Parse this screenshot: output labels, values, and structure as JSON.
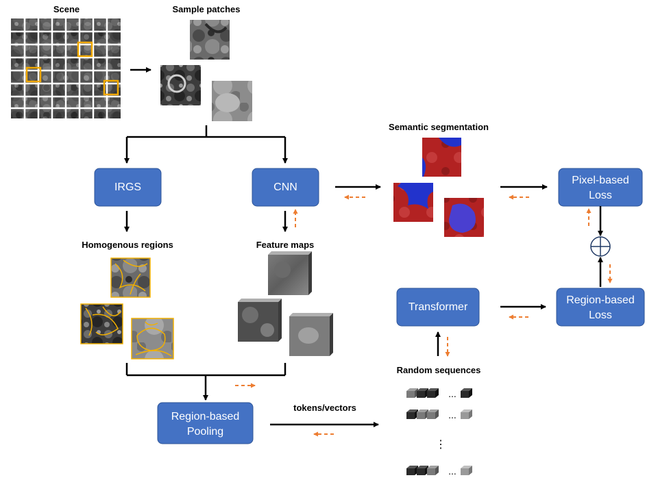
{
  "colors": {
    "box_fill": "#4472C4",
    "box_stroke": "#2F5597",
    "backward_arrow": "#ED7D31",
    "highlight": "#F2A900",
    "region_outline": "#F2B000",
    "seg_red": "#B22222",
    "seg_blue": "#2233CC"
  },
  "labels": {
    "scene": "Scene",
    "sample_patches": "Sample patches",
    "homogenous_regions": "Homogenous regions",
    "feature_maps": "Feature maps",
    "semantic_segmentation": "Semantic segmentation",
    "random_sequences": "Random sequences",
    "tokens_vectors": "tokens/vectors",
    "ellipsis": "...",
    "vertical_ellipsis": "⋮"
  },
  "boxes": {
    "irgs": [
      "IRGS"
    ],
    "cnn": [
      "CNN"
    ],
    "region_pooling": [
      "Region-based",
      "Pooling"
    ],
    "transformer": [
      "Transformer"
    ],
    "pixel_loss": [
      "Pixel-based",
      "Loss"
    ],
    "region_loss": [
      "Region-based",
      "Loss"
    ]
  },
  "icons": {
    "sum": "circled-plus-icon",
    "token": "cube-icon"
  }
}
